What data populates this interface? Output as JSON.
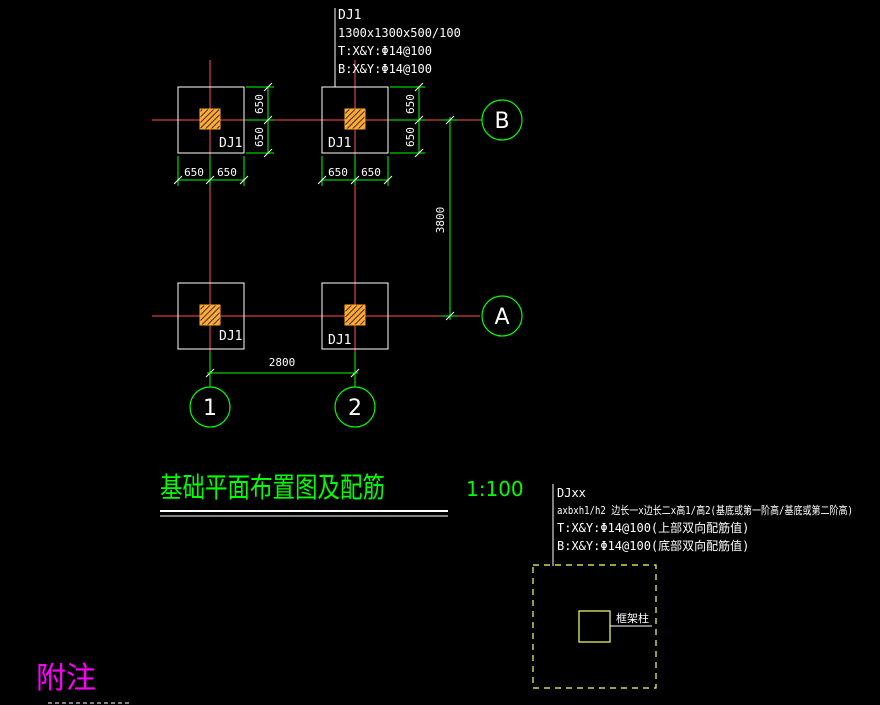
{
  "colors": {
    "background": "#000000",
    "axis_line": "#ff5050",
    "dimension": "#00ff00",
    "outline": "#ffffff",
    "column_fill": "#ffaa33",
    "title": "#00ff00",
    "note": "#ff00ff",
    "legend_outline": "#ffff66"
  },
  "grid_axes": {
    "rows": [
      {
        "label": "B"
      },
      {
        "label": "A"
      }
    ],
    "cols": [
      {
        "label": "1"
      },
      {
        "label": "2"
      }
    ]
  },
  "footings": [
    {
      "label": "DJ1"
    },
    {
      "label": "DJ1"
    },
    {
      "label": "DJ1"
    },
    {
      "label": "DJ1"
    }
  ],
  "callout": {
    "line1": "DJ1",
    "line2": "1300x1300x500/100",
    "line3": "T:X&Y:Φ14@100",
    "line4": "B:X&Y:Φ14@100"
  },
  "dimensions": {
    "top_left_vertical_upper": "650",
    "top_left_vertical_lower": "650",
    "top_left_horizontal_left": "650",
    "top_left_horizontal_right": "650",
    "top_right_vertical_upper": "650",
    "top_right_vertical_lower": "650",
    "top_right_horizontal_left": "650",
    "top_right_horizontal_right": "650",
    "row_spacing": "3800",
    "col_spacing": "2800"
  },
  "title": {
    "main": "基础平面布置图及配筋",
    "scale": "1:100"
  },
  "legend": {
    "line1": "DJxx",
    "line2": "axbxh1/h2  边长一x边长二x高1/高2(基底或第一阶高/基底或第二阶高)",
    "line3": "T:X&Y:Φ14@100(上部双向配筋值)",
    "line4": "B:X&Y:Φ14@100(底部双向配筋值)",
    "column_label": "框架柱"
  },
  "note": {
    "heading": "附注"
  }
}
